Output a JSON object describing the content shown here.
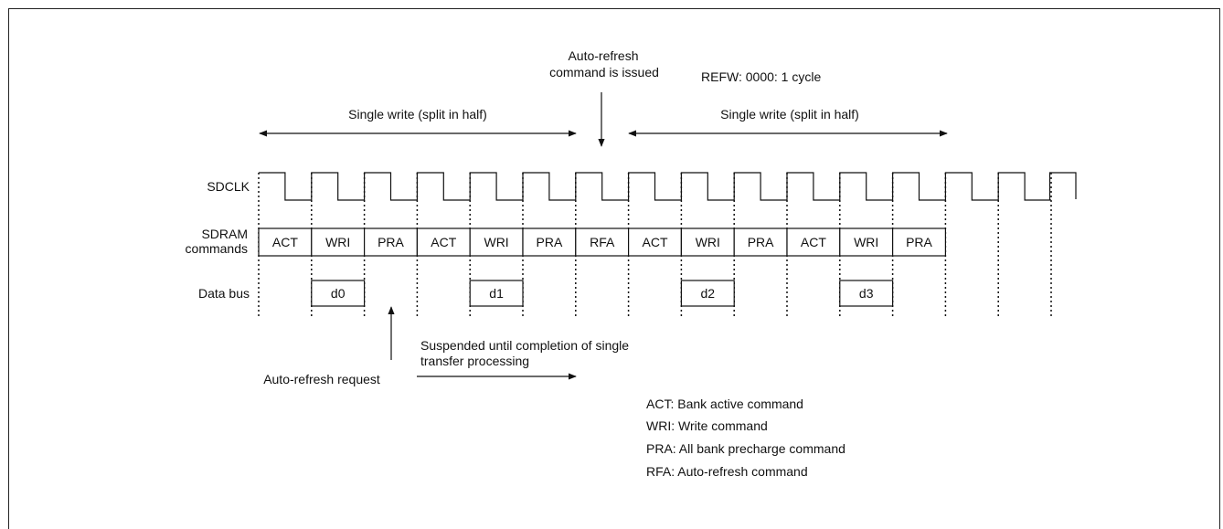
{
  "annotations": {
    "auto_refresh_issued": [
      "Auto-refresh",
      "command is issued"
    ],
    "refw": "REFW: 0000: 1 cycle",
    "single_write_left": "Single write (split in half)",
    "single_write_right": "Single write (split in half)",
    "suspended": [
      "Suspended until completion of single",
      "transfer processing"
    ],
    "auto_refresh_request": "Auto-refresh request"
  },
  "signals": {
    "sdclk": "SDCLK",
    "sdram_commands": [
      "SDRAM",
      "commands"
    ],
    "data_bus": "Data bus"
  },
  "commands": [
    "ACT",
    "WRI",
    "PRA",
    "ACT",
    "WRI",
    "PRA",
    "RFA",
    "ACT",
    "WRI",
    "PRA",
    "ACT",
    "WRI",
    "PRA"
  ],
  "data_slots": [
    {
      "cycle": 1,
      "label": "d0"
    },
    {
      "cycle": 4,
      "label": "d1"
    },
    {
      "cycle": 8,
      "label": "d2"
    },
    {
      "cycle": 11,
      "label": "d3"
    }
  ],
  "clock_cycles": 15,
  "legend": [
    "ACT: Bank active command",
    "WRI: Write command",
    "PRA: All bank precharge command",
    "RFA: Auto-refresh command"
  ]
}
